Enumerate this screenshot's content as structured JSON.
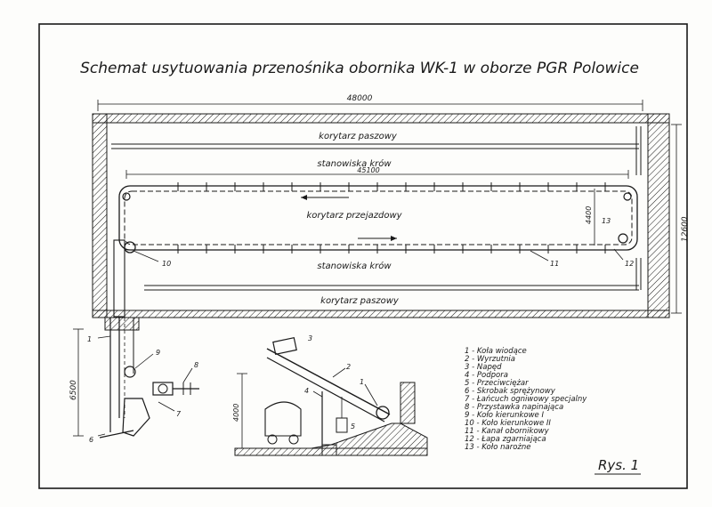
{
  "title": "Schemat usytuowania przenośnika obornika WK-1 w oborze PGR Polowice",
  "figure_label": "Rys. 1",
  "dimensions": {
    "overall_length": "48000",
    "stall_length": "45100",
    "loop_width": "4400",
    "building_width": "12600",
    "lateral_depth": "6500",
    "elevation_height": "4000"
  },
  "areas": {
    "feed_corridor_top": "korytarz paszowy",
    "stalls_top": "stanowiska krów",
    "drive_corridor": "korytarz przejazdowy",
    "stalls_bottom": "stanowiska krów",
    "feed_corridor_bottom": "korytarz paszowy"
  },
  "callouts": {
    "c1": "1",
    "c2": "2",
    "c3": "3",
    "c4": "4",
    "c5": "5",
    "c6": "6",
    "c7": "7",
    "c8": "8",
    "c9": "9",
    "c10": "10",
    "c11": "11",
    "c12": "12",
    "c13": "13",
    "e1": "1",
    "e2": "2",
    "e3": "3",
    "e4": "4",
    "e5": "5"
  },
  "legend": [
    "1 - Koła wiodące",
    "2 - Wyrzutnia",
    "3 - Napęd",
    "4 - Podpora",
    "5 - Przeciwciężar",
    "6 - Skrobak sprężynowy",
    "7 - Łańcuch ogniwowy specjalny",
    "8 - Przystawka napinająca",
    "9 - Koło kierunkowe I",
    "10 - Koło kierunkowe II",
    "11 - Kanał obornikowy",
    "12 - Łapa zgarniająca",
    "13 - Koło narożne"
  ]
}
